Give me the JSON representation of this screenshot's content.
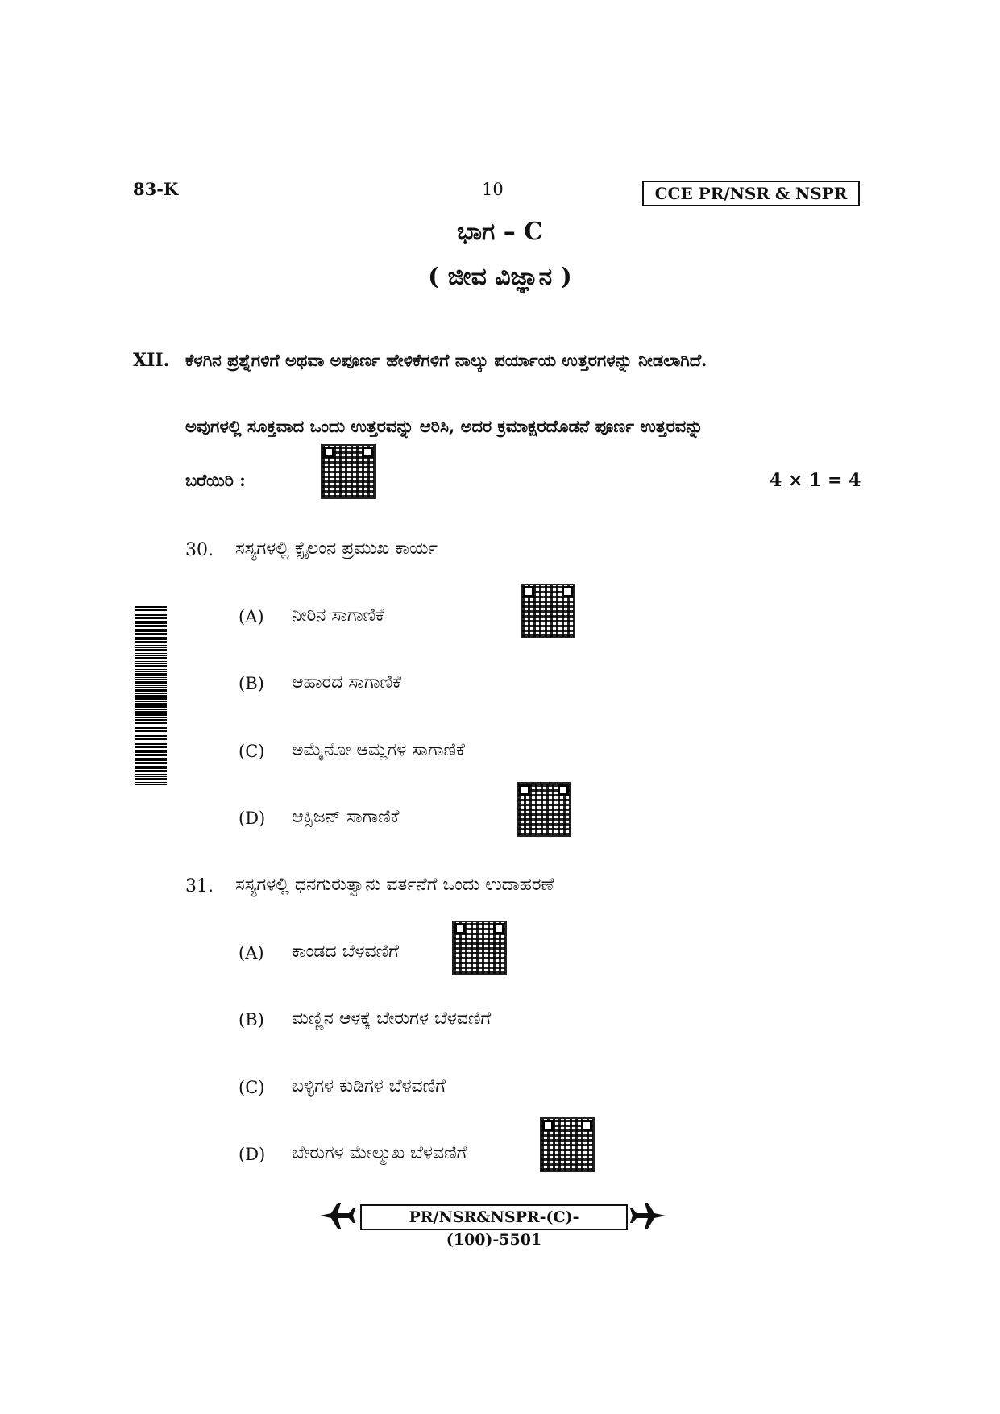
{
  "header": {
    "code_left": "83-K",
    "page_number": "10",
    "exam_box": "CCE PR/NSR & NSPR"
  },
  "part": {
    "title": "ಭಾಗ – C",
    "subtitle": "( ಜೀವ ವಿಜ್ಞಾನ )"
  },
  "section": {
    "number": "XII.",
    "instruction_line1": "ಕೆಳಗಿನ ಪ್ರಶ್ನೆಗಳಿಗೆ ಅಥವಾ ಅಪೂರ್ಣ ಹೇಳಿಕೆಗಳಿಗೆ ನಾಲ್ಕು ಪರ್ಯಾಯ ಉತ್ತರಗಳನ್ನು ನೀಡಲಾಗಿದೆ.",
    "instruction_line2": "ಅವುಗಳಲ್ಲಿ ಸೂಕ್ತವಾದ ಒಂದು ಉತ್ತರವನ್ನು ಆರಿಸಿ, ಅದರ ಕ್ರಮಾಕ್ಷರದೊಡನೆ ಪೂರ್ಣ ಉತ್ತರವನ್ನು",
    "instruction_line3": "ಬರೆಯಿರಿ :",
    "marks": "4 × 1 = 4"
  },
  "questions": [
    {
      "number": "30.",
      "text": "ಸಸ್ಯಗಳಲ್ಲಿ ಕ್ಸೈಲಂನ ಪ್ರಮುಖ ಕಾರ್ಯ",
      "options": [
        {
          "letter": "(A)",
          "text": "ನೀರಿನ ಸಾಗಾಣಿಕೆ"
        },
        {
          "letter": "(B)",
          "text": "ಆಹಾರದ ಸಾಗಾಣಿಕೆ"
        },
        {
          "letter": "(C)",
          "text": "ಅಮೈನೋ ಆಮ್ಲಗಳ ಸಾಗಾಣಿಕೆ"
        },
        {
          "letter": "(D)",
          "text": "ಆಕ್ಸಿಜನ್ ಸಾಗಾಣಿಕೆ"
        }
      ]
    },
    {
      "number": "31.",
      "text": "ಸಸ್ಯಗಳಲ್ಲಿ ಧನಗುರುತ್ವಾನು ವರ್ತನೆಗೆ ಒಂದು ಉದಾಹರಣೆ",
      "options": [
        {
          "letter": "(A)",
          "text": "ಕಾಂಡದ ಬೆಳವಣಿಗೆ"
        },
        {
          "letter": "(B)",
          "text": "ಮಣ್ಣಿನ ಆಳಕ್ಕೆ ಬೇರುಗಳ ಬೆಳವಣಿಗೆ"
        },
        {
          "letter": "(C)",
          "text": "ಬಳ್ಳಿಗಳ ಕುಡಿಗಳ ಬೆಳವಣಿಗೆ"
        },
        {
          "letter": "(D)",
          "text": "ಬೇರುಗಳ ಮೇಲ್ಮುಖ ಬೆಳವಣಿಗೆ"
        }
      ]
    }
  ],
  "footer": {
    "code": "PR/NSR&NSPR-(C)-(100)-5501"
  },
  "icons": {
    "qr": "qr-code-icon",
    "barcode": "barcode-icon",
    "plane": "airplane-icon"
  }
}
